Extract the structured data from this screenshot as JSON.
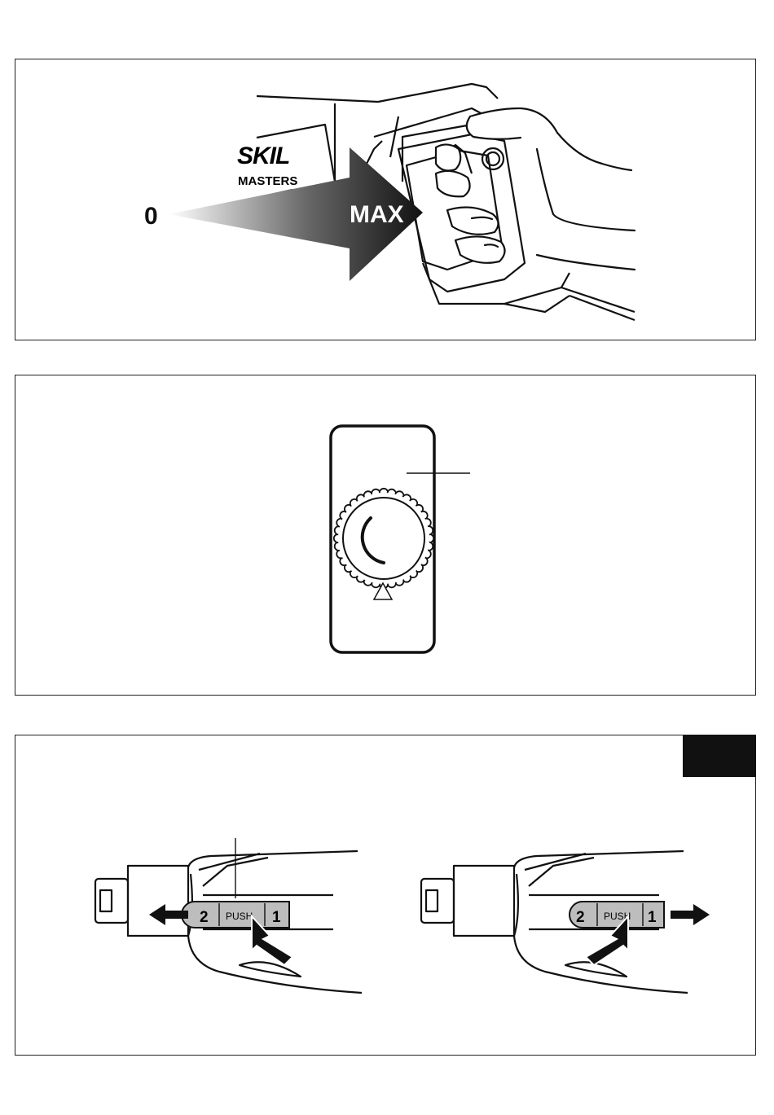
{
  "figure1": {
    "brand": "SKIL",
    "brand_sub": "MASTERS",
    "speed_min": "0",
    "speed_max": "MAX"
  },
  "figure3": {
    "left_switch": {
      "num_left": "2",
      "push": "PUSH",
      "num_right": "1"
    },
    "right_switch": {
      "num_left": "2",
      "push": "PUSH",
      "num_right": "1"
    }
  },
  "colors": {
    "tab": "#111111",
    "switch_fill": "#bdbdbd",
    "arrow": "#111111"
  }
}
